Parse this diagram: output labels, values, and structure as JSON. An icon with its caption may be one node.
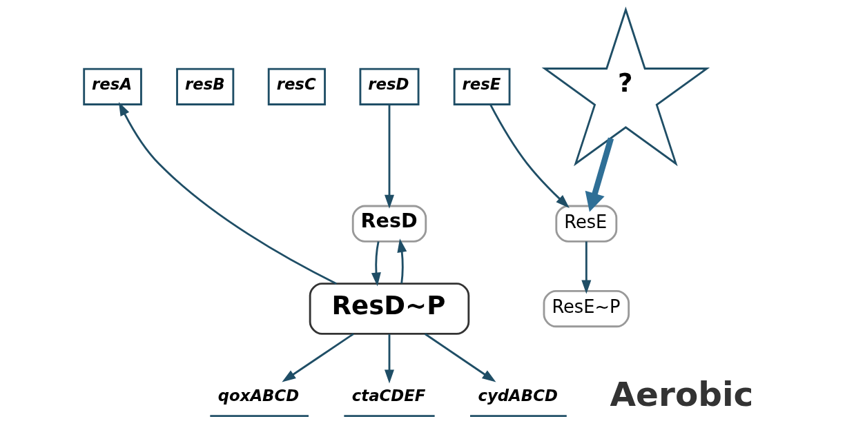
{
  "diagram": {
    "nodes": [
      {
        "text": [
          "resA"
        ]
      },
      {
        "text": [
          "resB"
        ]
      },
      {
        "text": [
          "resC"
        ]
      },
      {
        "text": [
          "resD"
        ]
      },
      {
        "text": [
          "resE"
        ]
      },
      {
        "text": [
          "?"
        ]
      },
      {
        "text": [
          "ResD"
        ]
      },
      {
        "text": [
          "ResE"
        ]
      },
      {
        "text": [
          "ResD~P"
        ]
      },
      {
        "text": [
          "ResE~P"
        ]
      },
      {
        "text": [
          "qoxABCD"
        ]
      },
      {
        "text": [
          "ctaCDEF"
        ]
      },
      {
        "text": [
          "cydABCD"
        ]
      }
    ],
    "edges": [
      {
        "from": 8,
        "to": 0,
        "arrow": "to"
      },
      {
        "from": 3,
        "to": 6,
        "arrow": "to"
      },
      {
        "from": 4,
        "to": 7,
        "arrow": "to"
      },
      {
        "from": 5,
        "to": 7,
        "arrow": "to",
        "style": "thick",
        "color": "#2f6f96"
      },
      {
        "from": 6,
        "to": 8,
        "arrow": "to"
      },
      {
        "from": 8,
        "to": 6,
        "arrow": "to"
      },
      {
        "from": 7,
        "to": 9,
        "arrow": "to"
      },
      {
        "from": 8,
        "to": 10,
        "arrow": "to"
      },
      {
        "from": 8,
        "to": 11,
        "arrow": "to"
      },
      {
        "from": 8,
        "to": 12,
        "arrow": "to"
      }
    ],
    "labels": [
      "Aerobic"
    ]
  }
}
